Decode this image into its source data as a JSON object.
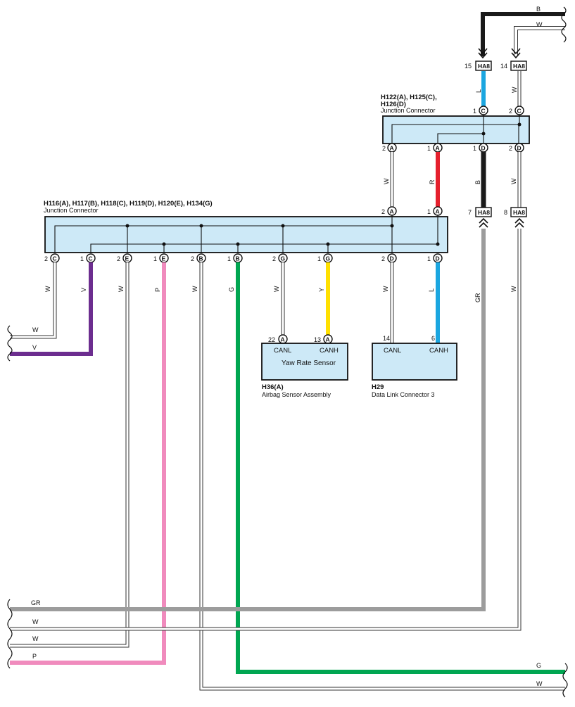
{
  "colors": {
    "black": "#1a1a1a",
    "white_wire": "#ffffff",
    "gray": "#9c9c9c",
    "blue": "#1ba6e0",
    "red": "#e5202d",
    "purple": "#6c2d8f",
    "pink": "#f08bbd",
    "green": "#00a651",
    "yellow": "#ffe000",
    "junction_fill": "#cde9f7"
  },
  "junction_top": {
    "title_line1": "H122(A), H125(C),",
    "title_line2": "H126(D)",
    "subtitle": "Junction Connector",
    "top_pins": [
      {
        "num": "1",
        "letter": "C"
      },
      {
        "num": "2",
        "letter": "C"
      }
    ],
    "bottom_pins": [
      {
        "num": "2",
        "letter": "A"
      },
      {
        "num": "1",
        "letter": "A"
      },
      {
        "num": "1",
        "letter": "D"
      },
      {
        "num": "2",
        "letter": "D"
      }
    ]
  },
  "junction_main": {
    "title": "H116(A), H117(B), H118(C), H119(D), H120(E), H134(G)",
    "subtitle": "Junction Connector",
    "top_pins": [
      {
        "num": "2",
        "letter": "A"
      },
      {
        "num": "1",
        "letter": "A"
      }
    ],
    "bottom_pins": [
      {
        "num": "2",
        "letter": "C"
      },
      {
        "num": "1",
        "letter": "C"
      },
      {
        "num": "2",
        "letter": "E"
      },
      {
        "num": "1",
        "letter": "E"
      },
      {
        "num": "2",
        "letter": "B"
      },
      {
        "num": "1",
        "letter": "B"
      },
      {
        "num": "2",
        "letter": "G"
      },
      {
        "num": "1",
        "letter": "G"
      },
      {
        "num": "2",
        "letter": "D"
      },
      {
        "num": "1",
        "letter": "D"
      }
    ]
  },
  "ha8": [
    {
      "num": "15",
      "label": "HA8"
    },
    {
      "num": "14",
      "label": "HA8"
    },
    {
      "num": "7",
      "label": "HA8"
    },
    {
      "num": "8",
      "label": "HA8"
    }
  ],
  "wire_labels": {
    "top_b": "B",
    "top_w": "W",
    "l_blue_top": "L",
    "w_right_top": "W",
    "w_2a": "W",
    "r_1a": "R",
    "b_1d": "B",
    "w_2d": "W",
    "w_2c": "W",
    "v_1c": "V",
    "w_2e": "W",
    "p_1e": "P",
    "w_2b": "W",
    "g_1b": "G",
    "w_2g": "W",
    "y_1g": "Y",
    "w_2d_main": "W",
    "l_1d_main": "L",
    "gr_ha8_7": "GR",
    "w_ha8_8": "W",
    "left_w": "W",
    "left_v": "V",
    "bottom_gr": "GR",
    "bottom_w1": "W",
    "bottom_w2": "W",
    "bottom_p": "P",
    "bottom_g": "G",
    "bottom_w3": "W"
  },
  "yaw_sensor": {
    "name": "Yaw Rate Sensor",
    "pin_canl": "CANL",
    "pin_canh": "CANH",
    "pin_canl_num": "22",
    "pin_canl_letter": "A",
    "pin_canh_num": "13",
    "pin_canh_letter": "A",
    "code": "H36(A)",
    "assembly": "Airbag Sensor Assembly"
  },
  "dlc": {
    "pin_canl": "CANL",
    "pin_canh": "CANH",
    "pin_canl_num": "14",
    "pin_canh_num": "6",
    "code": "H29",
    "name": "Data Link Connector 3"
  }
}
